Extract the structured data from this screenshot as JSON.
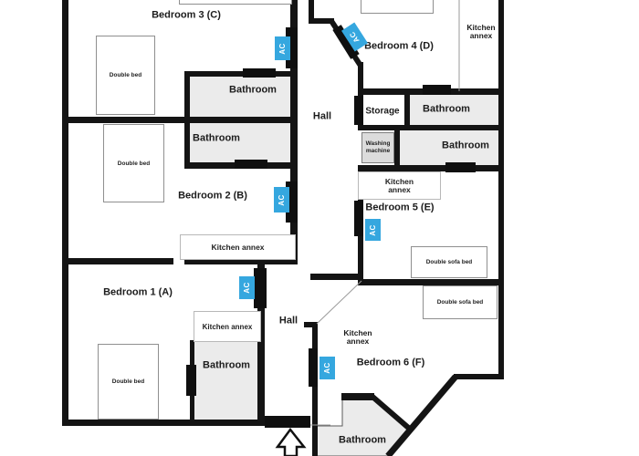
{
  "type": "floor-plan",
  "rooms": {
    "bedroom1": "Bedroom 1 (A)",
    "bedroom2": "Bedroom 2 (B)",
    "bedroom3": "Bedroom 3 (C)",
    "bedroom4": "Bedroom 4 (D)",
    "bedroom5": "Bedroom 5 (E)",
    "bedroom6": "Bedroom 6 (F)"
  },
  "labels": {
    "hall": "Hall",
    "bathroom": "Bathroom",
    "storage": "Storage",
    "washing_machine": "Washing machine",
    "kitchen_annex": "Kitchen annex",
    "double_bed": "Double bed",
    "double_sofa_bed": "Double sofa bed",
    "ac": "AC"
  },
  "colors": {
    "wall": "#141414",
    "door_bar": "#0f0f0f",
    "ac_blue": "#35a7df",
    "bathroom_fill": "#ebebeb",
    "washing_fill": "#dcdcdc"
  }
}
